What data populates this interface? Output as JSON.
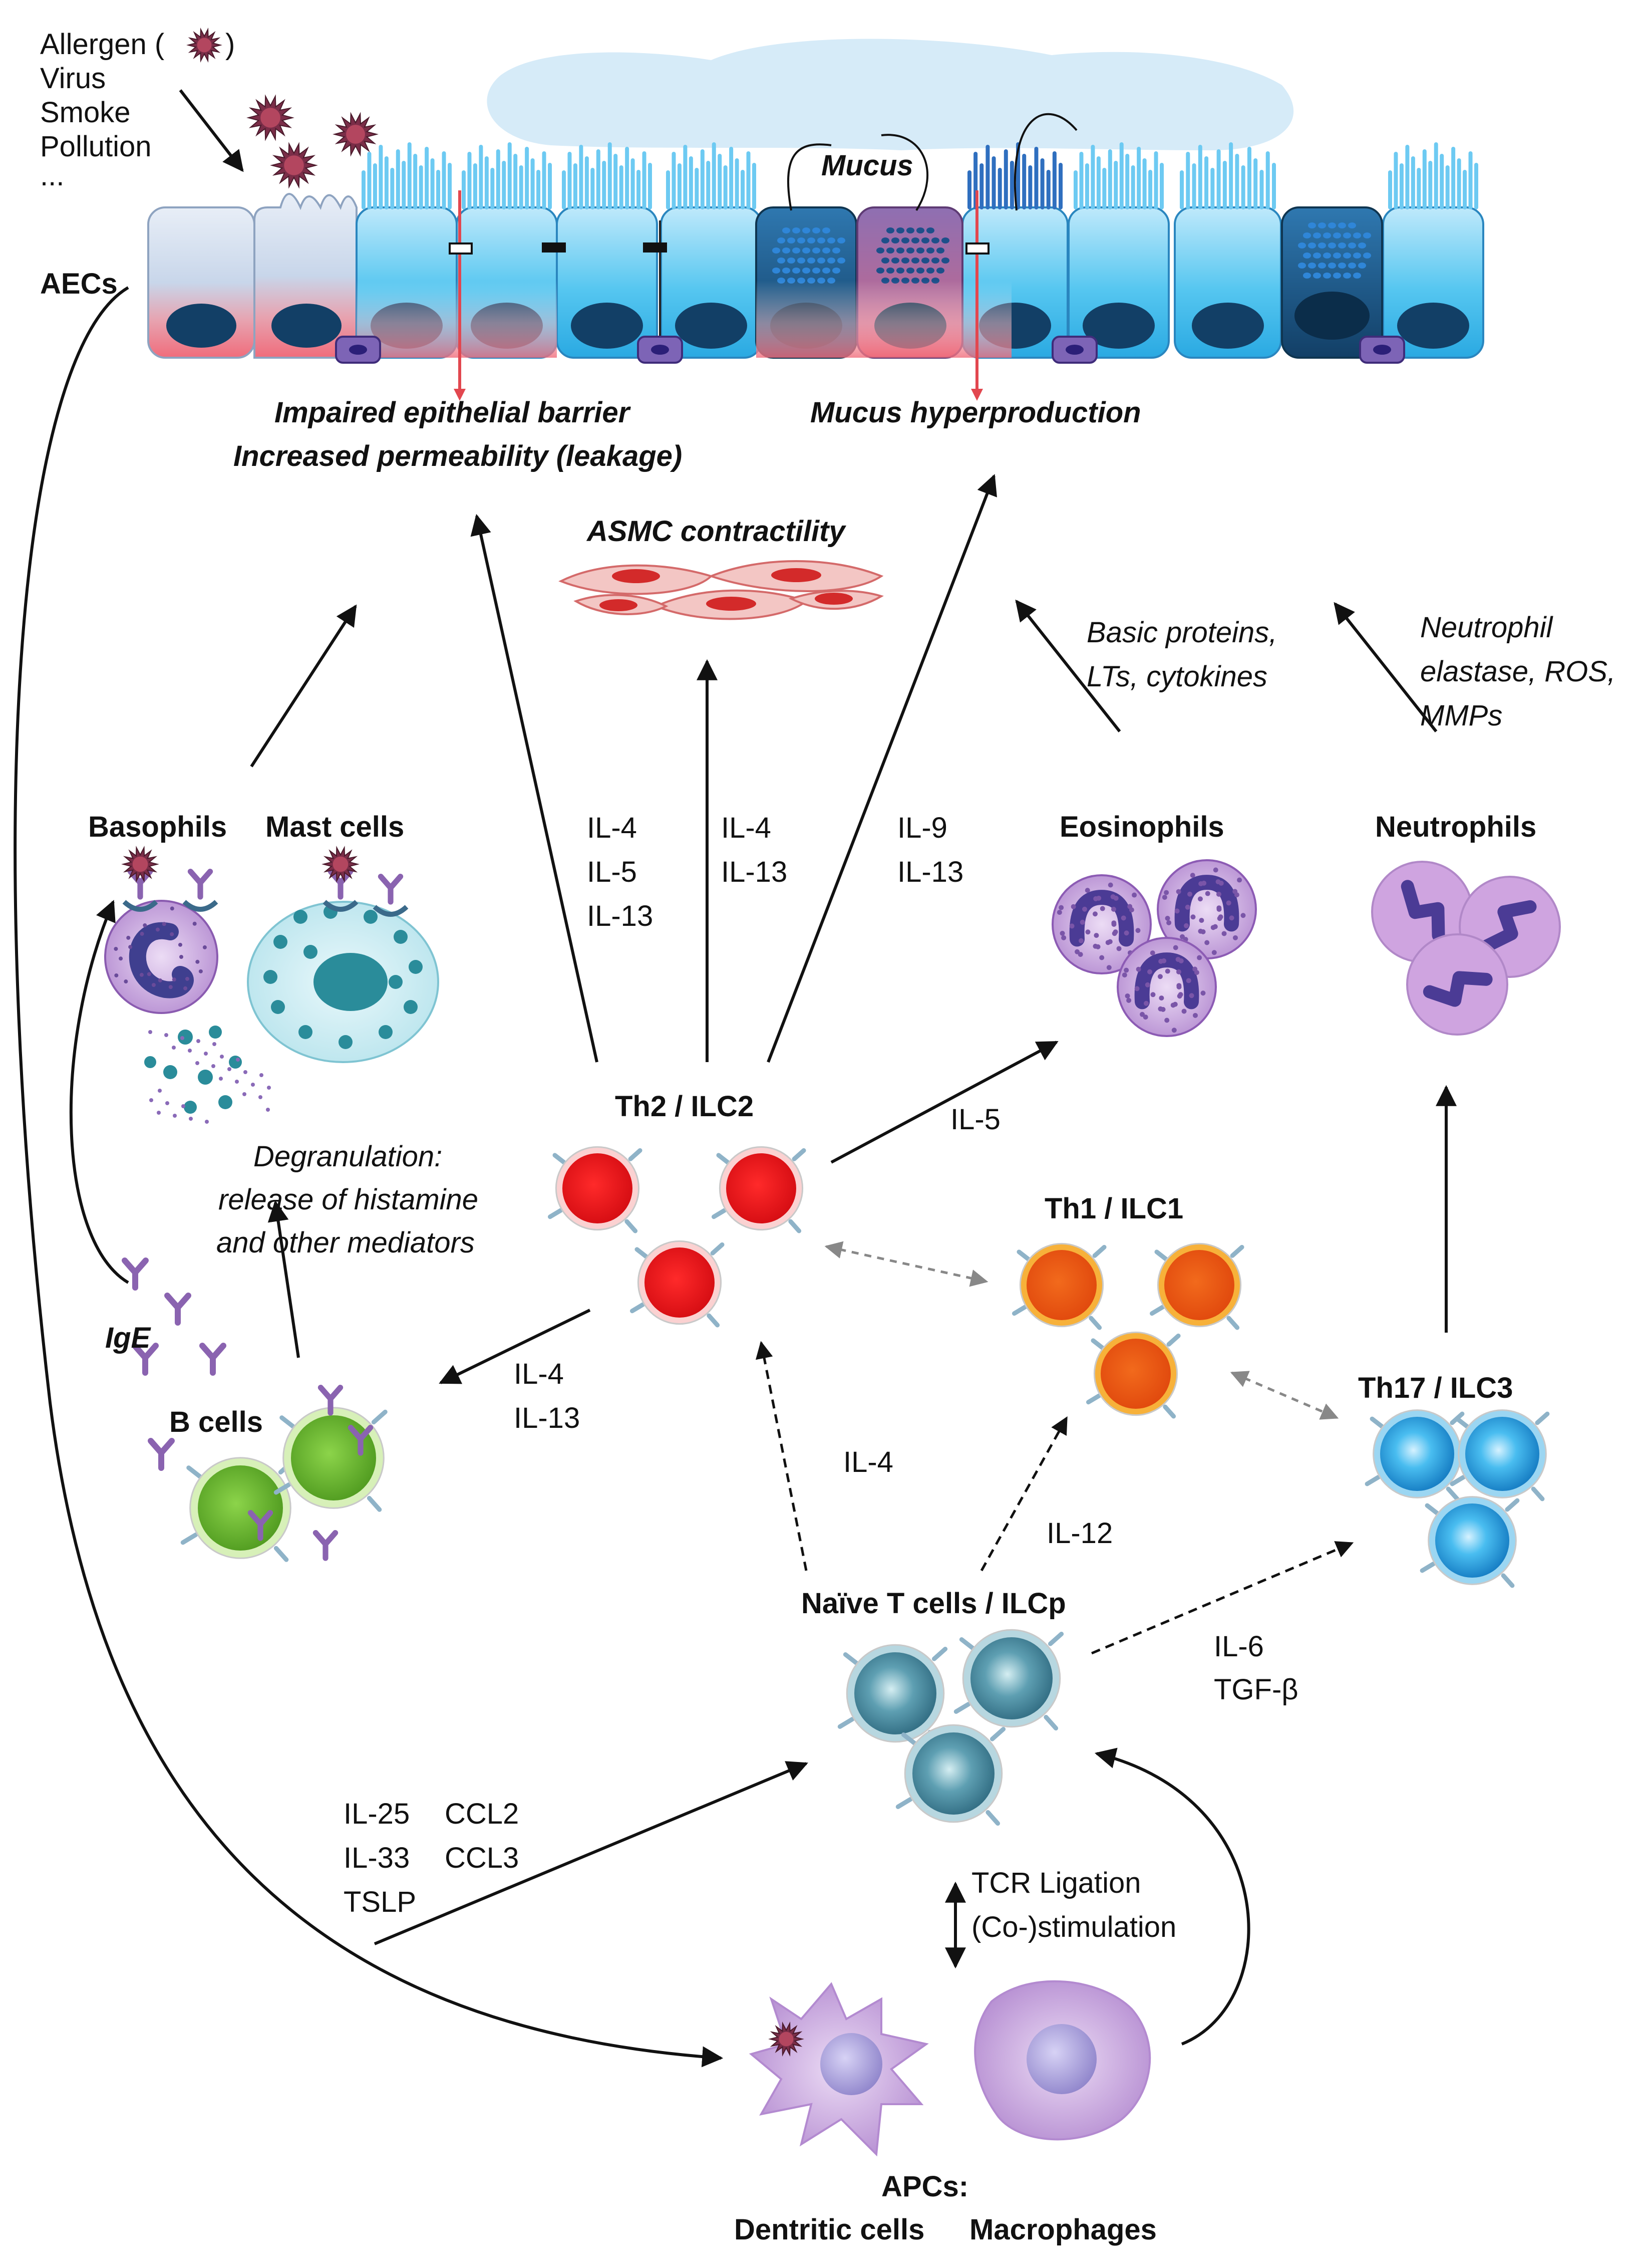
{
  "triggers": {
    "allergen": "Allergen (",
    "allergen_close": ")",
    "virus": "Virus",
    "smoke": "Smoke",
    "pollution": "Pollution",
    "ellipsis": "..."
  },
  "labels": {
    "aecs": "AECs",
    "mucus": "Mucus",
    "barrier_line1": "Impaired epithelial barrier",
    "barrier_line2": "Increased permeability (leakage)",
    "mucus_hyper": "Mucus hyperproduction",
    "asmc": "ASMC contractility",
    "eos_effectors_line1": "Basic proteins,",
    "eos_effectors_line2": "LTs, cytokines",
    "neut_effectors_line1": "Neutrophil",
    "neut_effectors_line2": "elastase, ROS,",
    "neut_effectors_line3": "MMPs",
    "basophils": "Basophils",
    "mast_cells": "Mast cells",
    "eosinophils": "Eosinophils",
    "neutrophils": "Neutrophils",
    "th2": "Th2 / ILC2",
    "th1": "Th1 / ILC1",
    "th17": "Th17 / ILC3",
    "naive": "Naïve T cells / ILCp",
    "b_cells": "B cells",
    "ige": "IgE",
    "degran_line1": "Degranulation:",
    "degran_line2": "release of histamine",
    "degran_line3": "and other mediators",
    "apcs": "APCs:",
    "dendritic": "Dentritic cells",
    "macrophages": "Macrophages",
    "tcr_line1": "TCR Ligation",
    "tcr_line2": "(Co-)stimulation"
  },
  "cytokines": {
    "th2_barrier": [
      "IL-4",
      "IL-5",
      "IL-13"
    ],
    "th2_asmc": [
      "IL-4",
      "IL-13"
    ],
    "th2_mucus": [
      "IL-9",
      "IL-13"
    ],
    "th2_eos": "IL-5",
    "th2_bcells": [
      "IL-4",
      "IL-13"
    ],
    "naive_th2": "IL-4",
    "naive_th1": "IL-12",
    "naive_th17": [
      "IL-6",
      "TGF-β"
    ],
    "aec_col1": [
      "IL-25",
      "IL-33",
      "TSLP"
    ],
    "aec_col2": [
      "CCL2",
      "CCL3"
    ]
  },
  "colors": {
    "th2": "#e5202a",
    "th1": "#f07d1a",
    "th17": "#2a9fd8",
    "naive": "#4a8aa0",
    "bcell": "#6ab42e",
    "eosinophil": "#b683cc",
    "neutrophil": "#c9a0dc",
    "apc": "#c7a6d8",
    "epithelium_blue": "#4fc0ee",
    "goblet": "#1f5c8a",
    "base_red": "#f07b86"
  }
}
